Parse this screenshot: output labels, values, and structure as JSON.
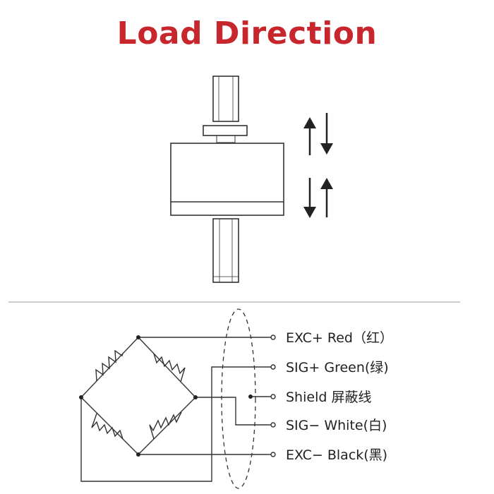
{
  "title": "Load Direction",
  "colors": {
    "title": "#c8262d",
    "line": "#333333"
  },
  "icons": [
    "load-cell-drawing",
    "up-down-arrows-icon",
    "wheatstone-bridge",
    "shield-ellipse"
  ],
  "wires": [
    {
      "label": "EXC+ Red（红）"
    },
    {
      "label": "SIG+ Green(绿)"
    },
    {
      "label": "Shield  屏蔽线"
    },
    {
      "label": "SIG− White(白)"
    },
    {
      "label": "EXC− Black(黑)"
    }
  ]
}
